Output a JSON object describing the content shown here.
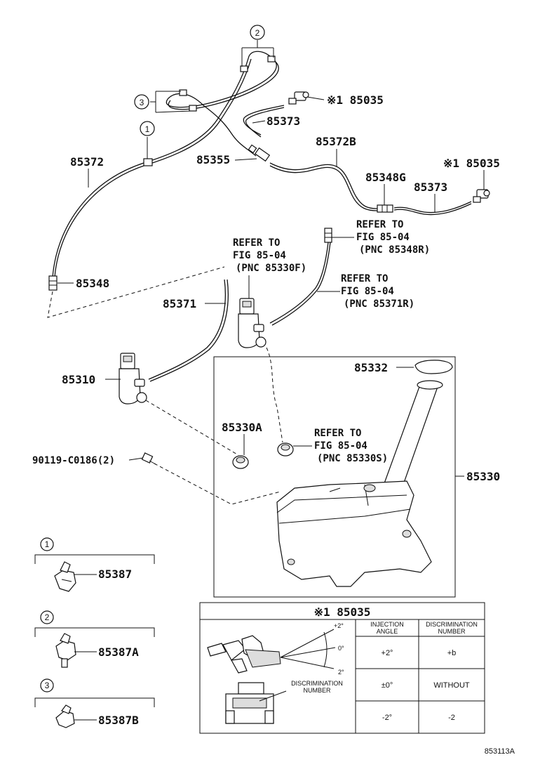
{
  "diagram": {
    "callouts": {
      "c1": "1",
      "c2": "2",
      "c3": "3"
    },
    "parts": {
      "p85035_top": "※1 85035",
      "p85373_top": "85373",
      "p85372": "85372",
      "p85355": "85355",
      "p85372B": "85372B",
      "p85348G": "85348G",
      "p85035_right": "※1 85035",
      "p85373_right": "85373",
      "p85348": "85348",
      "p85371": "85371",
      "p85310": "85310",
      "p85332": "85332",
      "p85330A": "85330A",
      "p90119": "90119-C0186(2)",
      "p85330": "85330",
      "p85387": "85387",
      "p85387A": "85387A",
      "p85387B": "85387B"
    },
    "refs": {
      "ref1": [
        "REFER TO",
        "FIG 85-04",
        "(PNC 85348R)"
      ],
      "ref2": [
        "REFER TO",
        "FIG 85-04",
        "(PNC 85330F)"
      ],
      "ref3": [
        "REFER TO",
        "FIG 85-04",
        "(PNC 85371R)"
      ],
      "ref4": [
        "REFER TO",
        "FIG 85-04",
        "(PNC 85330S)"
      ]
    },
    "inset": {
      "title": "※1 85035",
      "angle_plus": "+2°",
      "angle_zero": "0°",
      "angle_minus": "2°",
      "disc_label": [
        "DISCRIMINATION",
        "NUMBER"
      ],
      "col_headers": [
        [
          "INJECTION",
          "ANGLE"
        ],
        [
          "DISCRIMINATION",
          "NUMBER"
        ]
      ],
      "rows": [
        [
          "+2°",
          "+b"
        ],
        [
          "±0°",
          "WITHOUT"
        ],
        [
          "-2°",
          "-2"
        ]
      ]
    },
    "figure_code": "853113A"
  }
}
